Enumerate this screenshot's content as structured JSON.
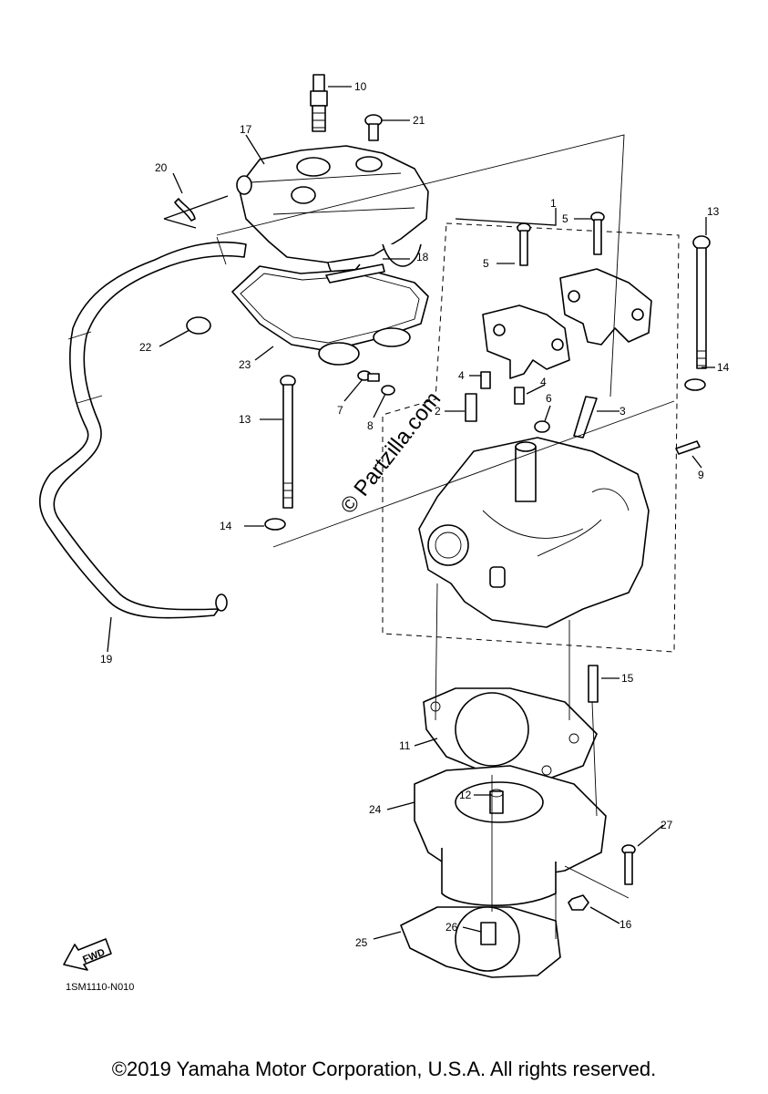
{
  "labels": {
    "p1": "1",
    "p2": "2",
    "p3": "3",
    "p4a": "4",
    "p4b": "4",
    "p5a": "5",
    "p5b": "5",
    "p6": "6",
    "p7": "7",
    "p8": "8",
    "p9": "9",
    "p10": "10",
    "p11": "11",
    "p12": "12",
    "p13a": "13",
    "p13b": "13",
    "p14a": "14",
    "p14b": "14",
    "p15": "15",
    "p16": "16",
    "p17": "17",
    "p18": "18",
    "p19": "19",
    "p20": "20",
    "p21": "21",
    "p22": "22",
    "p23": "23",
    "p24": "24",
    "p25": "25",
    "p26": "26",
    "p27": "27"
  },
  "watermark": "© Partzilla.com",
  "fwd_label": "FWD",
  "diagram_code": "1SM1110-N010",
  "copyright": "©2019 Yamaha Motor Corporation, U.S.A. All rights reserved."
}
